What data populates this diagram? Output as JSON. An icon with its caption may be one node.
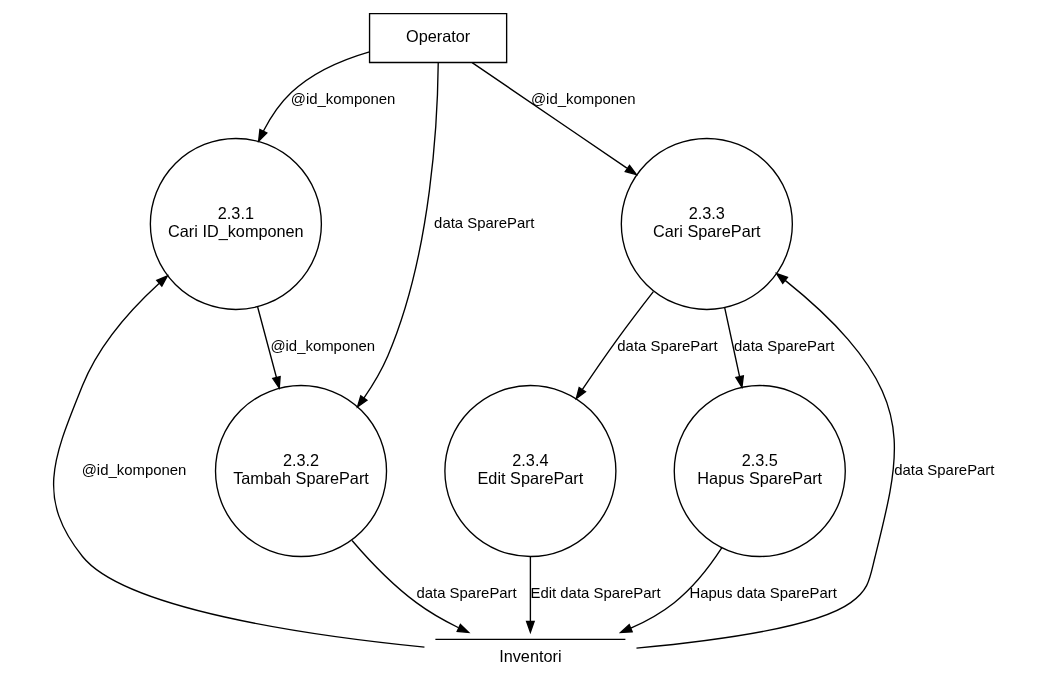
{
  "diagram": {
    "nodes": [
      {
        "text": [
          "Operator"
        ]
      },
      {
        "text": [
          "2.3.1",
          "Cari ID_komponen"
        ]
      },
      {
        "text": [
          "2.3.2",
          "Tambah SparePart"
        ]
      },
      {
        "text": [
          "2.3.3",
          "Cari SparePart"
        ]
      },
      {
        "text": [
          "2.3.4",
          "Edit SparePart"
        ]
      },
      {
        "text": [
          "2.3.5",
          "Hapus SparePart"
        ]
      },
      {
        "text": [
          "Inventori"
        ]
      }
    ],
    "edges": [
      {
        "from": 0,
        "to": 3,
        "arrow": "to",
        "label": "@id_komponen"
      },
      {
        "from": 0,
        "to": 2,
        "arrow": "to",
        "label": "data SparePart"
      },
      {
        "from": 0,
        "to": 1,
        "arrow": "to",
        "label": "@id_komponen"
      },
      {
        "from": 1,
        "to": 2,
        "arrow": "to",
        "label": "@id_komponen"
      },
      {
        "from": 6,
        "to": 1,
        "arrow": "to",
        "label": "@id_komponen"
      },
      {
        "from": 2,
        "to": 6,
        "arrow": "to",
        "label": "data SparePart"
      },
      {
        "from": 6,
        "to": 3,
        "arrow": "to",
        "label": "data SparePart"
      },
      {
        "from": 3,
        "to": 4,
        "arrow": "to",
        "label": "data SparePart"
      },
      {
        "from": 3,
        "to": 5,
        "arrow": "to",
        "label": "data SparePart"
      },
      {
        "from": 5,
        "to": 6,
        "arrow": "to",
        "label": "Hapus data SparePart"
      },
      {
        "from": 4,
        "to": 6,
        "arrow": "to",
        "label": "Edit data SparePart"
      }
    ]
  }
}
